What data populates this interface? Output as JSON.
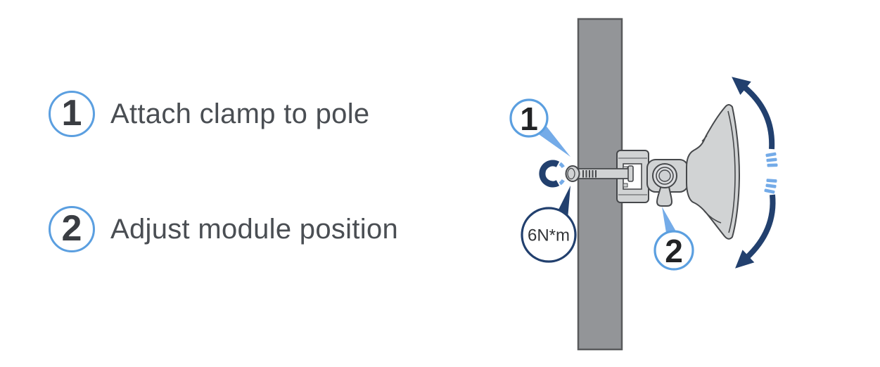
{
  "steps": [
    {
      "number": "1",
      "label": "Attach clamp to pole"
    },
    {
      "number": "2",
      "label": "Adjust module position"
    }
  ],
  "diagram": {
    "callouts": [
      {
        "number": "1",
        "points_to": "pole clamp screw"
      },
      {
        "number": "2",
        "points_to": "position lock wing nut"
      }
    ],
    "torque_label": "6N*m"
  },
  "colors": {
    "step_circle_border": "#5b9fe0",
    "callout_border": "#5b9fe0",
    "callout_tail": "#74abe8",
    "rotation_dash_blue": "#74abe8",
    "arrow_navy": "#22406e",
    "pole_fill": "#939598",
    "pole_stroke": "#595a5c",
    "part_fill": "#d1d3d4",
    "part_outline": "#46484b",
    "text_gray": "#4a4e53",
    "background": "#ffffff"
  }
}
